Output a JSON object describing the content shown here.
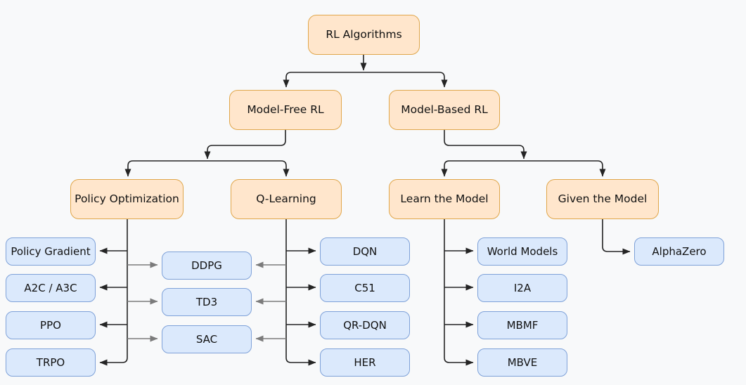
{
  "diagram": {
    "nodes": [
      {
        "id": "rl-algorithms",
        "label": "RL Algorithms",
        "kind": "category"
      },
      {
        "id": "model-free-rl",
        "label": "Model-Free RL",
        "kind": "category"
      },
      {
        "id": "model-based-rl",
        "label": "Model-Based RL",
        "kind": "category"
      },
      {
        "id": "policy-optimization",
        "label": "Policy Optimization",
        "kind": "category"
      },
      {
        "id": "q-learning",
        "label": "Q-Learning",
        "kind": "category"
      },
      {
        "id": "learn-the-model",
        "label": "Learn the Model",
        "kind": "category"
      },
      {
        "id": "given-the-model",
        "label": "Given the Model",
        "kind": "category"
      },
      {
        "id": "policy-gradient",
        "label": "Policy Gradient",
        "kind": "leaf"
      },
      {
        "id": "a2c-a3c",
        "label": "A2C / A3C",
        "kind": "leaf"
      },
      {
        "id": "ppo",
        "label": "PPO",
        "kind": "leaf"
      },
      {
        "id": "trpo",
        "label": "TRPO",
        "kind": "leaf"
      },
      {
        "id": "ddpg",
        "label": "DDPG",
        "kind": "leaf"
      },
      {
        "id": "td3",
        "label": "TD3",
        "kind": "leaf"
      },
      {
        "id": "sac",
        "label": "SAC",
        "kind": "leaf"
      },
      {
        "id": "dqn",
        "label": "DQN",
        "kind": "leaf"
      },
      {
        "id": "c51",
        "label": "C51",
        "kind": "leaf"
      },
      {
        "id": "qr-dqn",
        "label": "QR-DQN",
        "kind": "leaf"
      },
      {
        "id": "her",
        "label": "HER",
        "kind": "leaf"
      },
      {
        "id": "world-models",
        "label": "World Models",
        "kind": "leaf"
      },
      {
        "id": "i2a",
        "label": "I2A",
        "kind": "leaf"
      },
      {
        "id": "mbmf",
        "label": "MBMF",
        "kind": "leaf"
      },
      {
        "id": "mbve",
        "label": "MBVE",
        "kind": "leaf"
      },
      {
        "id": "alphazero",
        "label": "AlphaZero",
        "kind": "leaf"
      }
    ],
    "edges": [
      {
        "from": "rl-algorithms",
        "to": "model-free-rl",
        "color": "dark"
      },
      {
        "from": "rl-algorithms",
        "to": "model-based-rl",
        "color": "dark"
      },
      {
        "from": "model-free-rl",
        "to": "policy-optimization",
        "color": "dark"
      },
      {
        "from": "model-free-rl",
        "to": "q-learning",
        "color": "dark"
      },
      {
        "from": "model-based-rl",
        "to": "learn-the-model",
        "color": "dark"
      },
      {
        "from": "model-based-rl",
        "to": "given-the-model",
        "color": "dark"
      },
      {
        "from": "policy-optimization",
        "to": "policy-gradient",
        "color": "dark"
      },
      {
        "from": "policy-optimization",
        "to": "a2c-a3c",
        "color": "dark"
      },
      {
        "from": "policy-optimization",
        "to": "ppo",
        "color": "dark"
      },
      {
        "from": "policy-optimization",
        "to": "trpo",
        "color": "dark"
      },
      {
        "from": "policy-optimization",
        "to": "ddpg",
        "color": "gray"
      },
      {
        "from": "policy-optimization",
        "to": "td3",
        "color": "gray"
      },
      {
        "from": "policy-optimization",
        "to": "sac",
        "color": "gray"
      },
      {
        "from": "q-learning",
        "to": "ddpg",
        "color": "gray"
      },
      {
        "from": "q-learning",
        "to": "td3",
        "color": "gray"
      },
      {
        "from": "q-learning",
        "to": "sac",
        "color": "gray"
      },
      {
        "from": "q-learning",
        "to": "dqn",
        "color": "dark"
      },
      {
        "from": "q-learning",
        "to": "c51",
        "color": "dark"
      },
      {
        "from": "q-learning",
        "to": "qr-dqn",
        "color": "dark"
      },
      {
        "from": "q-learning",
        "to": "her",
        "color": "dark"
      },
      {
        "from": "learn-the-model",
        "to": "world-models",
        "color": "dark"
      },
      {
        "from": "learn-the-model",
        "to": "i2a",
        "color": "dark"
      },
      {
        "from": "learn-the-model",
        "to": "mbmf",
        "color": "dark"
      },
      {
        "from": "learn-the-model",
        "to": "mbve",
        "color": "dark"
      },
      {
        "from": "given-the-model",
        "to": "alphazero",
        "color": "dark"
      }
    ]
  },
  "colors": {
    "background": "#f8f9fa",
    "category_fill": "#ffe6cc",
    "category_stroke": "#e0a64a",
    "leaf_fill": "#dbe9fc",
    "leaf_stroke": "#7ea1d8",
    "connector": "#242424",
    "shared_connector": "#7b7b7b",
    "text": "#111111"
  }
}
